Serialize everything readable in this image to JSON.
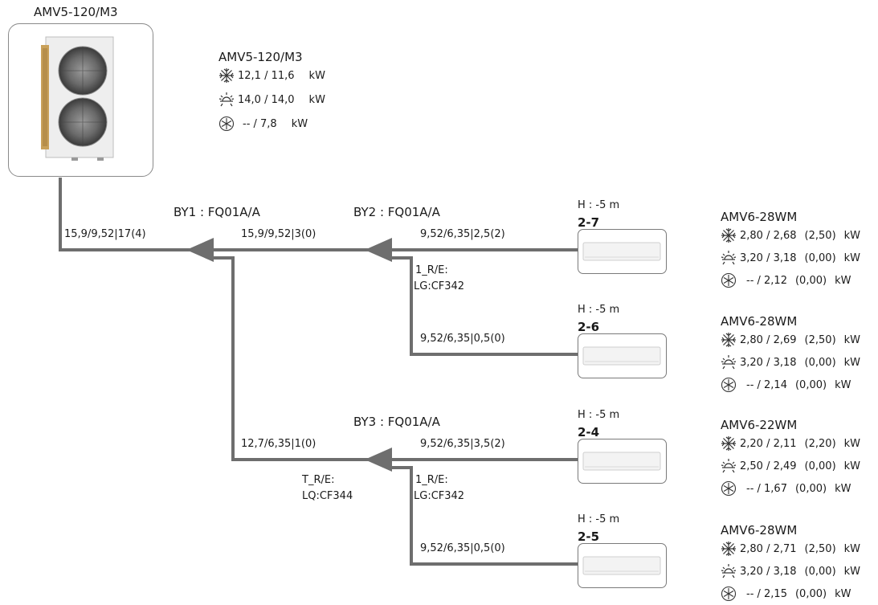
{
  "outdoor_unit": {
    "label": "AMV5-120/M3",
    "spec": {
      "model": "AMV5-120/M3",
      "cool": {
        "value": "12,1 / 11,6",
        "unit": "kW"
      },
      "heat": {
        "value": "14,0 / 14,0",
        "unit": "kW"
      },
      "defrost": {
        "value": "-- / 7,8",
        "unit": "kW"
      }
    }
  },
  "branches": {
    "by1": "BY1 : FQ01A/A",
    "by2": "BY2 : FQ01A/A",
    "by3": "BY3 : FQ01A/A"
  },
  "pipes": {
    "main": "15,9/9,52|17(4)",
    "by1_to_by2": "15,9/9,52|3(0)",
    "by1_to_by3": "12,7/6,35|1(0)",
    "to_2_7": "9,52/6,35|2,5(2)",
    "to_2_6": "9,52/6,35|0,5(0)",
    "to_2_4": "9,52/6,35|3,5(2)",
    "to_2_5": "9,52/6,35|0,5(0)"
  },
  "annotations": {
    "by2_re_1": "1_R/E:",
    "by2_re_2": "LG:CF342",
    "by3_re_1": "1_R/E:",
    "by3_re_2": "LG:CF342",
    "by1_tre_1": "T_R/E:",
    "by1_tre_2": "LQ:CF344"
  },
  "indoor_units": [
    {
      "id": "2-7",
      "height": "H : -5 m",
      "model": "AMV6-28WM",
      "cool": "2,80 / 2,68",
      "cool_extra": "(2,50)",
      "heat": "3,20 / 3,18",
      "heat_extra": "(0,00)",
      "defrost": "-- / 2,12",
      "defrost_extra": "(0,00)",
      "unit": "kW"
    },
    {
      "id": "2-6",
      "height": "H : -5 m",
      "model": "AMV6-28WM",
      "cool": "2,80 / 2,69",
      "cool_extra": "(2,50)",
      "heat": "3,20 / 3,18",
      "heat_extra": "(0,00)",
      "defrost": "-- / 2,14",
      "defrost_extra": "(0,00)",
      "unit": "kW"
    },
    {
      "id": "2-4",
      "height": "H : -5 m",
      "model": "AMV6-22WM",
      "cool": "2,20 / 2,11",
      "cool_extra": "(2,20)",
      "heat": "2,50 / 2,49",
      "heat_extra": "(0,00)",
      "defrost": "-- / 1,67",
      "defrost_extra": "(0,00)",
      "unit": "kW"
    },
    {
      "id": "2-5",
      "height": "H : -5 m",
      "model": "AMV6-28WM",
      "cool": "2,80 / 2,71",
      "cool_extra": "(2,50)",
      "heat": "3,20 / 3,18",
      "heat_extra": "(0,00)",
      "defrost": "-- / 2,15",
      "defrost_extra": "(0,00)",
      "unit": "kW"
    }
  ],
  "colors": {
    "pipe": "#6e6e6e",
    "box_border": "#8a8a8a",
    "text": "#1a1a1a"
  },
  "icons": {
    "cool": "snowflake-icon",
    "heat": "sun-icon",
    "defrost": "defrost-icon"
  }
}
